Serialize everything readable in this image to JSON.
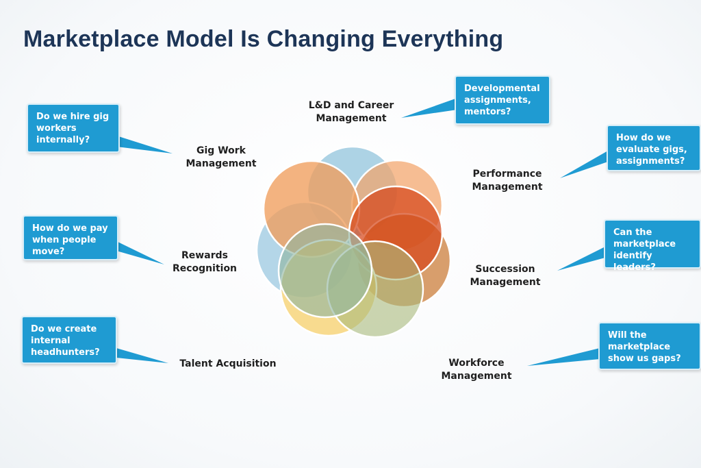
{
  "title": "Marketplace Model Is Changing Everything",
  "colors": {
    "bubble": "#1f9bd2",
    "title": "#1d3557",
    "petals": [
      "#9fcbe1",
      "#f3a36a",
      "#ef9e5c",
      "#d5471b",
      "#c9752e",
      "#a9b97c",
      "#f5c64c",
      "#8fb4a0"
    ]
  },
  "areas": [
    {
      "label": "L&D and Career\nManagement",
      "question": "Developmental\nassignments,\nmentors?"
    },
    {
      "label": "Gig Work\nManagement",
      "question": "Do we hire gig\nworkers\ninternally?"
    },
    {
      "label": "Performance\nManagement",
      "question": "How do we\nevaluate gigs,\nassignments?"
    },
    {
      "label": "Rewards\nRecognition",
      "question": "How do we pay\nwhen people\nmove?"
    },
    {
      "label": "Succession\nManagement",
      "question": "Can the\nmarketplace\nidentify leaders?"
    },
    {
      "label": "Talent Acquisition",
      "question": "Do we create\ninternal\nheadhunters?"
    },
    {
      "label": "Workforce\nManagement",
      "question": "Will the\nmarketplace\nshow us gaps?"
    }
  ]
}
